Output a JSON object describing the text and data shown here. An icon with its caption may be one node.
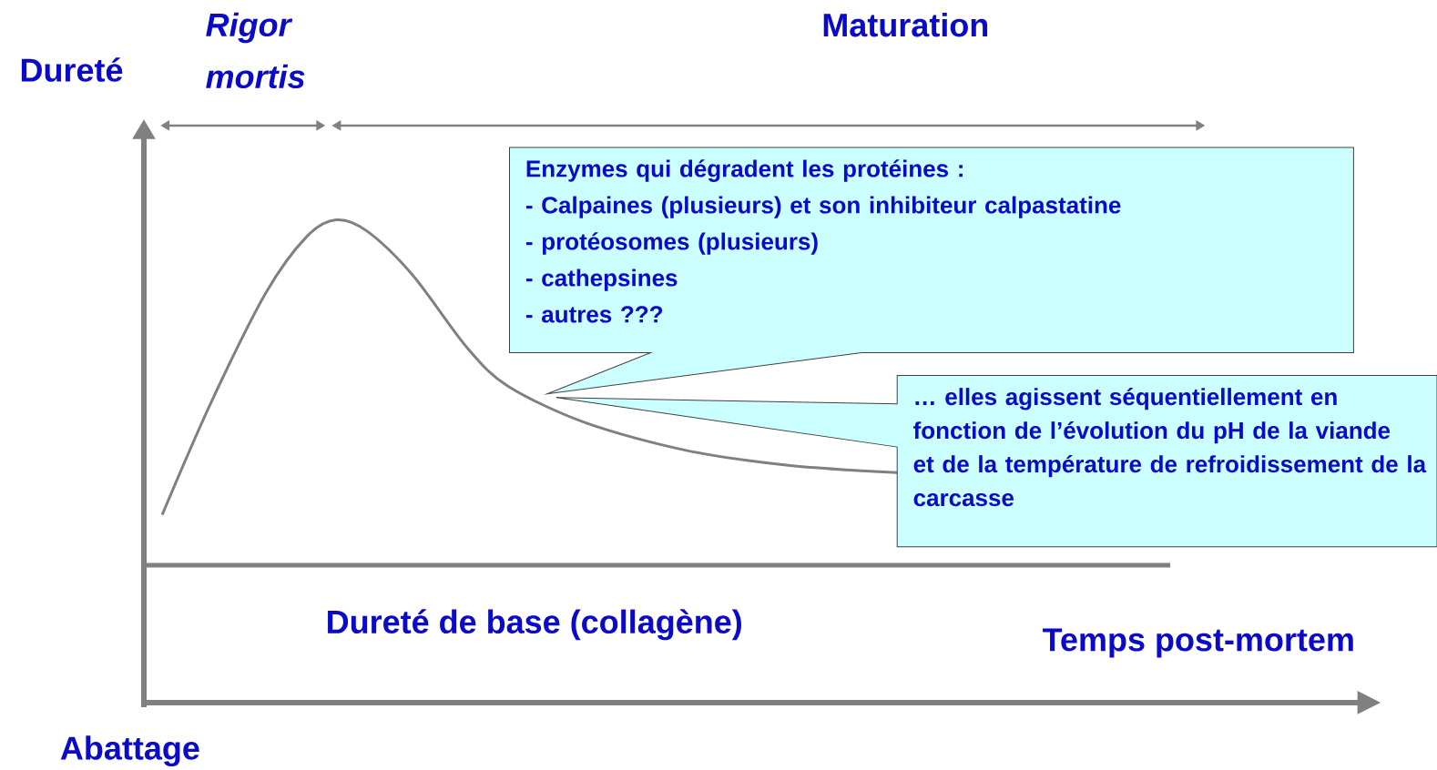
{
  "diagram": {
    "nodes": [
      {
        "text": [
          "Enzymes qui dégradent les protéines :",
          "- Calpaines (plusieurs) et son inhibiteur calpastatine",
          "- protéosomes (plusieurs)",
          "- cathepsines",
          "- autres ???"
        ]
      },
      {
        "text": [
          "… elles agissent séquentiellement en fonction de l’évolution du pH de la viande et de la température de refroidissement de la carcasse"
        ]
      }
    ],
    "labels": [
      "Dureté",
      "Rigor mortis",
      "Maturation",
      "Dureté de base (collagène)",
      "Temps post-mortem",
      "Abattage"
    ]
  }
}
